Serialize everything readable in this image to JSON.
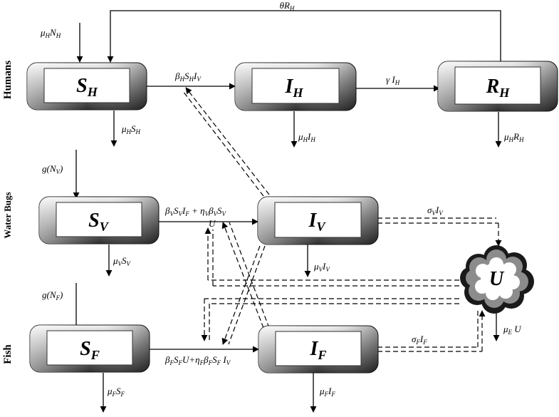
{
  "groups": {
    "humans": "Humans",
    "water_bugs": "Water Bugs",
    "fish": "Fish"
  },
  "compartments": {
    "SH": {
      "main": "S",
      "sub": "H"
    },
    "IH": {
      "main": "I",
      "sub": "H"
    },
    "RH": {
      "main": "R",
      "sub": "H"
    },
    "SV": {
      "main": "S",
      "sub": "V"
    },
    "IV": {
      "main": "I",
      "sub": "V"
    },
    "SF": {
      "main": "S",
      "sub": "F"
    },
    "IF": {
      "main": "I",
      "sub": "F"
    },
    "U": {
      "main": "U"
    }
  },
  "flows": {
    "theta_RH": [
      [
        "θR",
        ""
      ],
      [
        "H",
        "s"
      ]
    ],
    "muH_NH": [
      [
        "μ",
        ""
      ],
      [
        "H",
        "s"
      ],
      [
        "N",
        ""
      ],
      [
        "H",
        "s"
      ]
    ],
    "betaH": [
      [
        "β",
        ""
      ],
      [
        "H",
        "s"
      ],
      [
        "S",
        ""
      ],
      [
        "H",
        "s"
      ],
      [
        "I",
        ""
      ],
      [
        "V",
        "s"
      ]
    ],
    "gamma_IH": [
      [
        "γ I",
        ""
      ],
      [
        "H",
        "s"
      ]
    ],
    "muH_SH": [
      [
        "μ",
        ""
      ],
      [
        "H",
        "s"
      ],
      [
        "S",
        ""
      ],
      [
        "H",
        "s"
      ]
    ],
    "muH_IH": [
      [
        "μ",
        ""
      ],
      [
        "H",
        "s"
      ],
      [
        "I",
        ""
      ],
      [
        "H",
        "s"
      ]
    ],
    "muH_RH": [
      [
        "μ",
        ""
      ],
      [
        "H",
        "s"
      ],
      [
        "R",
        ""
      ],
      [
        "H",
        "s"
      ]
    ],
    "g_NV": [
      [
        "g(N",
        ""
      ],
      [
        "V",
        "s"
      ],
      [
        ")",
        ""
      ]
    ],
    "betaV": [
      [
        "β",
        ""
      ],
      [
        "V",
        "s"
      ],
      [
        "S",
        ""
      ],
      [
        "V",
        "s"
      ],
      [
        "I",
        ""
      ],
      [
        "F",
        "s"
      ],
      [
        " + η",
        ""
      ],
      [
        "V",
        "s"
      ],
      [
        "β",
        ""
      ],
      [
        "V",
        "s"
      ],
      [
        "S",
        ""
      ],
      [
        "V",
        "s"
      ]
    ],
    "betaV_U": [
      [
        "U",
        ""
      ]
    ],
    "sigmaV": [
      [
        "σ",
        ""
      ],
      [
        "V",
        "s"
      ],
      [
        "I",
        ""
      ],
      [
        "V",
        "s"
      ]
    ],
    "muV_SV": [
      [
        "μ",
        ""
      ],
      [
        "V",
        "s"
      ],
      [
        "S",
        ""
      ],
      [
        "V",
        "s"
      ]
    ],
    "muV_IV": [
      [
        "μ",
        ""
      ],
      [
        "V",
        "s"
      ],
      [
        "I",
        ""
      ],
      [
        "V",
        "s"
      ]
    ],
    "g_NF": [
      [
        "g(N",
        ""
      ],
      [
        "F",
        "s"
      ],
      [
        ")",
        ""
      ]
    ],
    "betaF": [
      [
        "β",
        ""
      ],
      [
        "F",
        "s"
      ],
      [
        "S",
        ""
      ],
      [
        "F",
        "s"
      ],
      [
        "U+η",
        ""
      ],
      [
        "F",
        "s"
      ],
      [
        "β",
        ""
      ],
      [
        "F",
        "s"
      ],
      [
        "S",
        ""
      ],
      [
        "F",
        "s"
      ],
      [
        " I",
        ""
      ],
      [
        "V",
        "s"
      ]
    ],
    "sigmaF": [
      [
        "σ",
        ""
      ],
      [
        "F",
        "s"
      ],
      [
        "I",
        ""
      ],
      [
        "F",
        "s"
      ]
    ],
    "muE_U": [
      [
        "μ",
        ""
      ],
      [
        "E",
        "s"
      ],
      [
        " U",
        ""
      ]
    ],
    "muF_SF": [
      [
        "μ",
        ""
      ],
      [
        "F",
        "s"
      ],
      [
        "S",
        ""
      ],
      [
        "F",
        "s"
      ]
    ],
    "muF_IF": [
      [
        "μ",
        ""
      ],
      [
        "F",
        "s"
      ],
      [
        "I",
        ""
      ],
      [
        "F",
        "s"
      ]
    ]
  }
}
